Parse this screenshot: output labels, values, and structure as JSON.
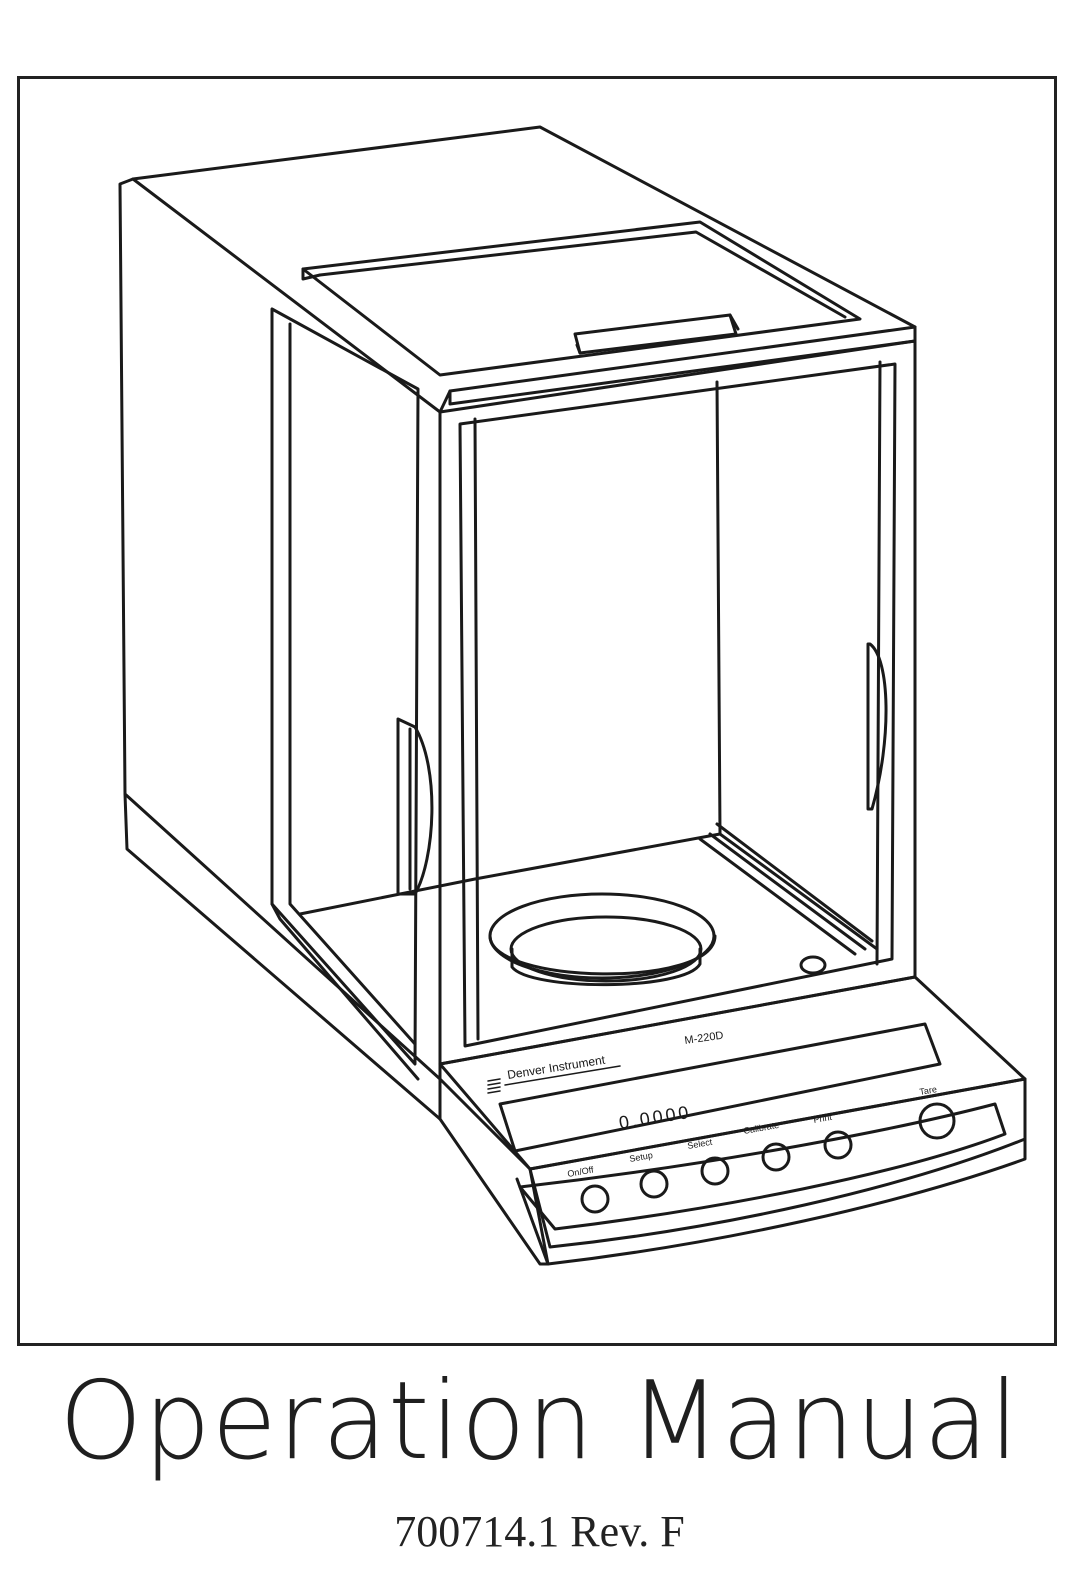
{
  "cover": {
    "title": "Operation Manual",
    "document_number": "700714.1 Rev. F"
  },
  "balance": {
    "brand_label": "Denver Instrument",
    "model_label": "M-220D",
    "display_readout": "0.0000",
    "keys": [
      "On/Off",
      "Setup",
      "Select",
      "Calibrate",
      "Print"
    ],
    "tare_key": "Tare"
  }
}
